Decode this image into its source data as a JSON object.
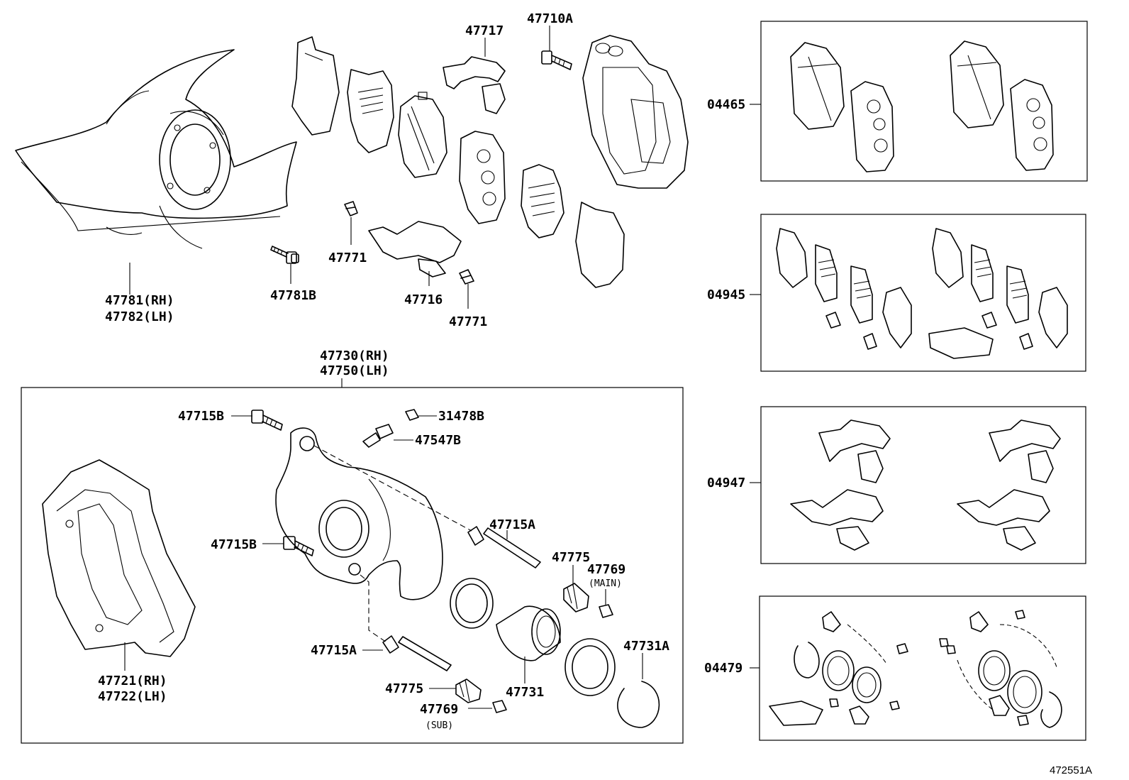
{
  "labels": {
    "p47781": "47781(RH)",
    "p47782": "47782(LH)",
    "p47781B": "47781B",
    "p47771a": "47771",
    "p47771b": "47771",
    "p47716": "47716",
    "p47717": "47717",
    "p47710A": "47710A",
    "p47730": "47730(RH)",
    "p47750": "47750(LH)",
    "p47715B_top": "47715B",
    "p31478B": "31478B",
    "p47547B": "47547B",
    "p47715A_upper": "47715A",
    "p47715B_mid": "47715B",
    "p47775_upper": "47775",
    "p47769_main": "47769",
    "main_note": "(MAIN)",
    "p47731A": "47731A",
    "p47715A_lower": "47715A",
    "p47721": "47721(RH)",
    "p47722": "47722(LH)",
    "p47775_lower": "47775",
    "p47731": "47731",
    "p47769_sub": "47769",
    "sub_note": "(SUB)",
    "k04465": "04465",
    "k04945": "04945",
    "k04947": "04947",
    "k04479": "04479",
    "ref_no": "472551A"
  }
}
